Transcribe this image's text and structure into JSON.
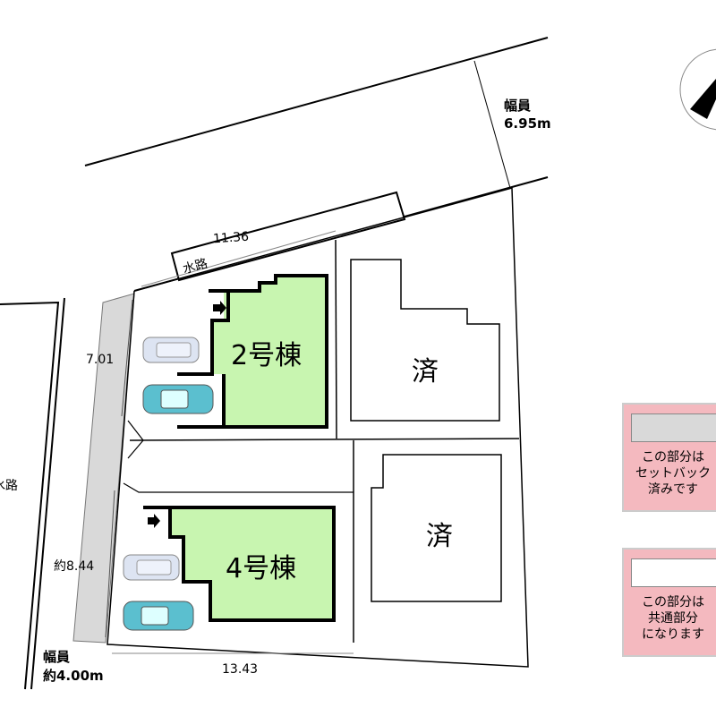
{
  "road_top": {
    "label": "幅員",
    "width": "6.95m"
  },
  "road_left": {
    "label": "幅員",
    "width": "約4.00m"
  },
  "waterway_top": "水路",
  "waterway_left": "水路",
  "dimensions": {
    "top": "11.36",
    "left_upper": "7.01",
    "left_lower": "約8.44",
    "bottom": "13.43"
  },
  "lots": [
    {
      "name": "2号棟",
      "color": "#c8f5b0"
    },
    {
      "name": "4号棟",
      "color": "#c8f5b0"
    }
  ],
  "sold_label": "済",
  "legend": [
    {
      "lines": [
        "この部分は",
        "セットバック",
        "済みです"
      ],
      "swatch": "#d9d9d9"
    },
    {
      "lines": [
        "この部分は",
        "共通部分",
        "になります"
      ],
      "swatch": "#ffffff"
    }
  ],
  "colors": {
    "gray_strip": "#d9d9d9",
    "legend_bg": "#f4b9bf"
  }
}
